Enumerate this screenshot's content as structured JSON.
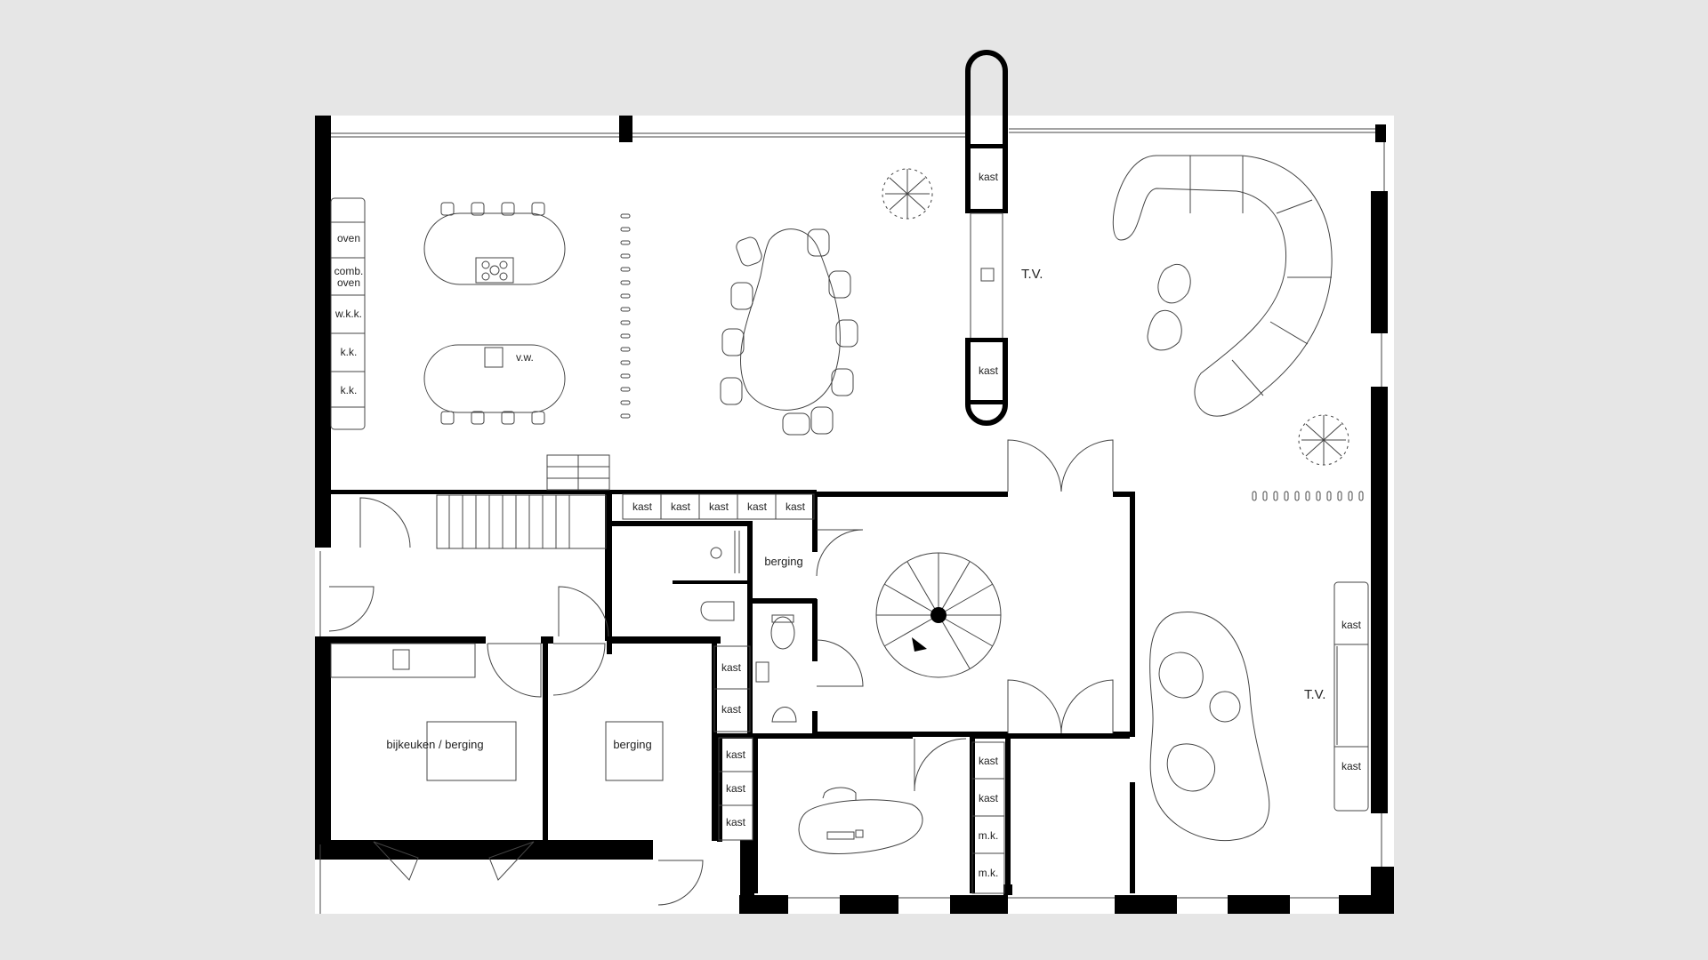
{
  "plan": {
    "background": "#e6e6e6",
    "floor": "#ffffff",
    "wall": "#000000",
    "line": "#444444",
    "labels": {
      "oven": "oven",
      "comb_oven_1": "comb.",
      "comb_oven_2": "oven",
      "wkk": "w.k.k.",
      "kk_1": "k.k.",
      "kk_2": "k.k.",
      "vw": "v.w.",
      "kast_top": "kast",
      "kast_mid": "kast",
      "tv_1": "T.V.",
      "kast_row_1": "kast",
      "kast_row_2": "kast",
      "kast_row_3": "kast",
      "kast_row_4": "kast",
      "kast_row_5": "kast",
      "berging_1": "berging",
      "bijkeuken": "bijkeuken / berging",
      "berging_2": "berging",
      "kast_l1": "kast",
      "kast_l2": "kast",
      "kast_o1": "kast",
      "kast_o2": "kast",
      "kast_o3": "kast",
      "kast_r1": "kast",
      "kast_r2": "kast",
      "mk_1": "m.k.",
      "mk_2": "m.k.",
      "kast_tv1": "kast",
      "kast_tv2": "kast",
      "tv_2": "T.V."
    },
    "icons": [
      "plant-icon",
      "stove-icon",
      "sink-icon",
      "toilet-icon",
      "spiral-stair-icon",
      "computer-icon"
    ]
  }
}
